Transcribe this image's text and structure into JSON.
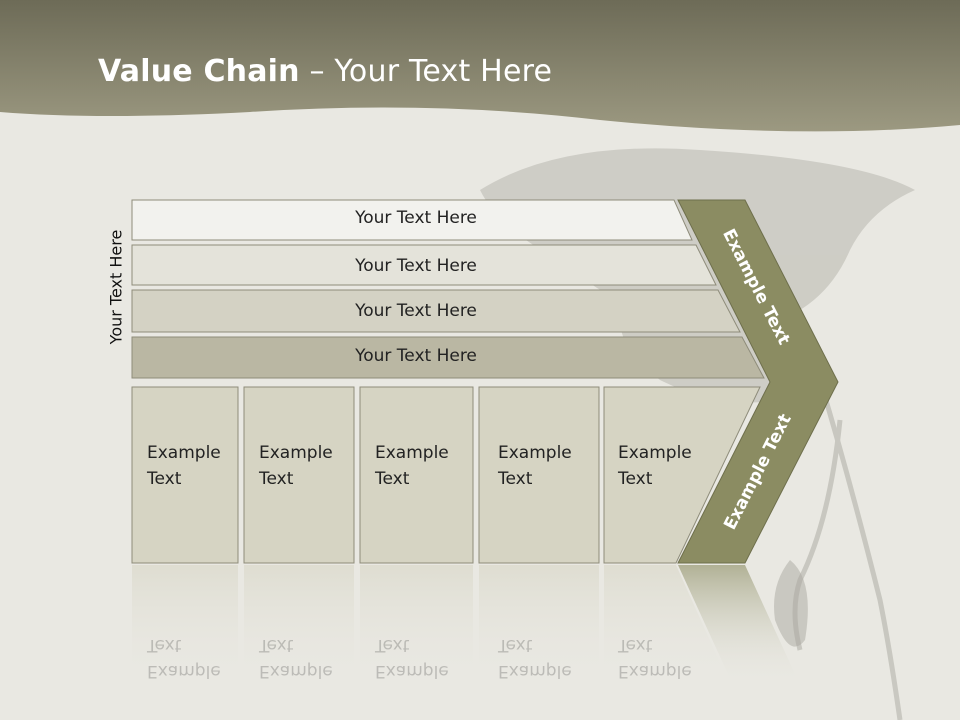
{
  "title": {
    "bold": "Value Chain",
    "rest": " – Your Text Here"
  },
  "side_label": "Your Text Here",
  "rows": [
    "Your Text Here",
    "Your Text Here",
    "Your Text Here",
    "Your Text Here"
  ],
  "cells": [
    "Example\nText",
    "Example\nText",
    "Example\nText",
    "Example\nText",
    "Example\nText"
  ],
  "arrow_top": "Example Text",
  "arrow_bottom": "Example Text",
  "colors": {
    "header": "#8f8c73",
    "arrow": "#8b8c62",
    "row1": "#f2f2ee",
    "row2": "#e4e3da",
    "row3": "#d4d2c4",
    "row4": "#bab7a3",
    "cell": "#d6d4c3"
  }
}
